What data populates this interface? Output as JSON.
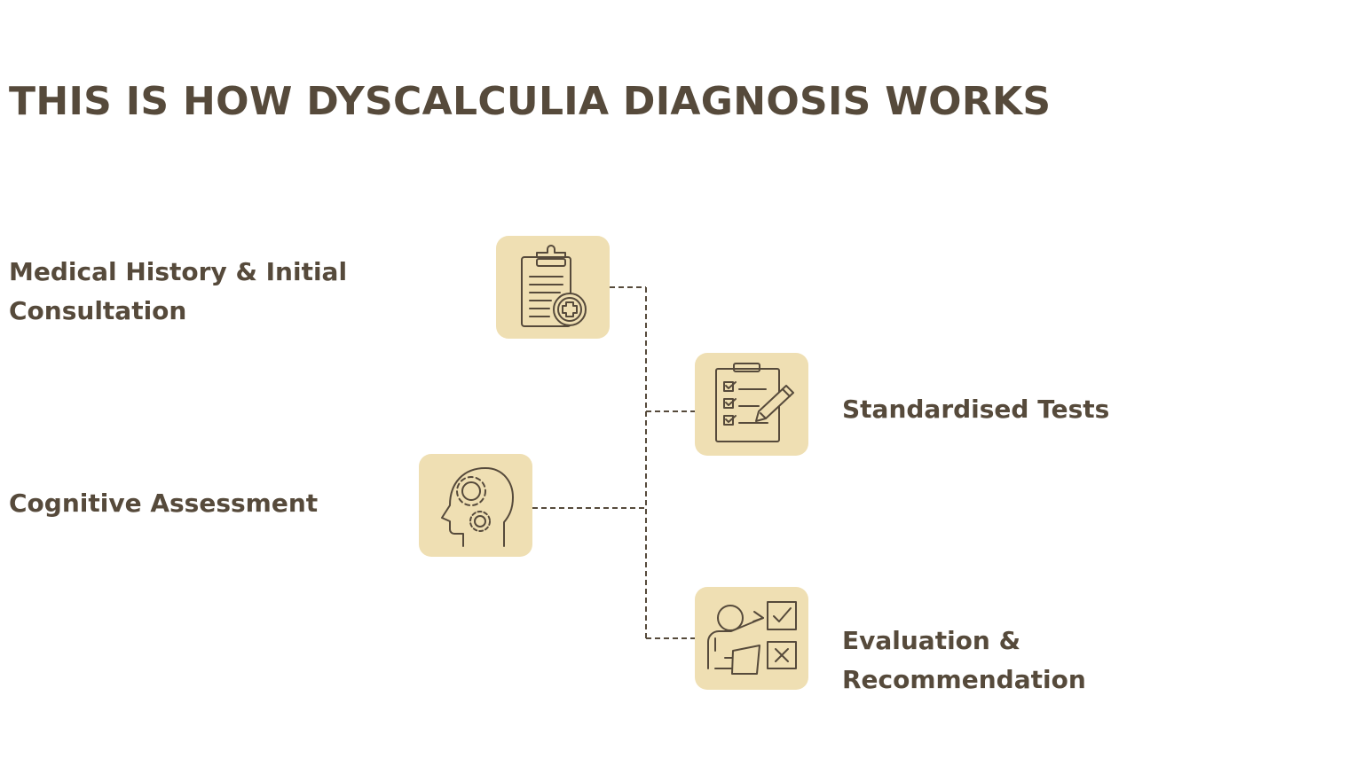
{
  "title": "THIS IS HOW DYSCALCULIA DIAGNOSIS WORKS",
  "colors": {
    "text": "#564a3b",
    "icon_bg": "#efdfb3",
    "line": "#564a3b"
  },
  "steps": [
    {
      "label_lines": [
        "Medical History & Initial",
        "Consultation"
      ],
      "icon": "clipboard-medical-icon"
    },
    {
      "label_lines": [
        "Standardised Tests"
      ],
      "icon": "checklist-pencil-icon"
    },
    {
      "label_lines": [
        "Cognitive Assessment"
      ],
      "icon": "head-gears-icon"
    },
    {
      "label_lines": [
        "Evaluation &",
        "Recommendation"
      ],
      "icon": "teacher-board-icon"
    }
  ]
}
